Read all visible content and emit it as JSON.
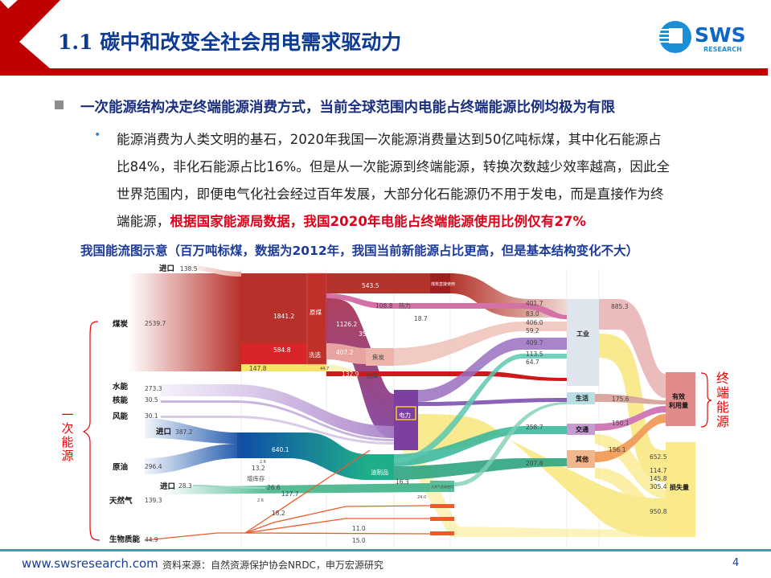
{
  "header": {
    "title": "1.1 碳中和改变全社会用电需求驱动力",
    "logo_text": "SWS",
    "logo_subtext": "RESEARCH",
    "accent_color": "#c00000",
    "title_color": "#0d3b93"
  },
  "section": {
    "heading": "一次能源结构决定终端能源消费方式，当前全球范围内电能占终端能源比例均极为有限",
    "bullet_lines": [
      "能源消费为人类文明的基石，2020年我国一次能源消费量达到50亿吨标煤，其中化石能源占",
      "比84%，非化石能源占比16%。但是从一次能源到终端能源，转换次数越少效率越高，因此全",
      "世界范围内，即便电气化社会经过百年发展，大部分化石能源仍不用于发电，而是直接作为终",
      "端能源，"
    ],
    "bullet_highlight": "根据国家能源局数据，我国2020年电能占终端能源使用比例仅有27%",
    "caption": "我国能流图示意（百万吨标煤，数据为2012年，我国当前新能源占比更高，但是基本结构变化不大）"
  },
  "diagram": {
    "left_group_label": "一次能源",
    "right_group_label": "终端能源",
    "primary_sources": [
      {
        "name": "煤炭",
        "value": "2539.7"
      },
      {
        "name": "水能",
        "value": "273.3"
      },
      {
        "name": "核能",
        "value": "30.5"
      },
      {
        "name": "风能",
        "value": "30.1"
      },
      {
        "name": "原油",
        "value": "296.4"
      },
      {
        "name": "天然气",
        "value": "139.3"
      },
      {
        "name": "生物质能",
        "value": "44.9"
      }
    ],
    "imports": {
      "label": "进口",
      "coal": "138.5",
      "oil": "387.2",
      "gas": "28.3"
    },
    "coal_flows": {
      "raw": "原煤",
      "raw_value": "1841.2",
      "washed": "洗选",
      "washed_value": "584.8",
      "to_power": "1126.2",
      "v35": "35.2",
      "to_coke": "407.2",
      "coke": "焦炭",
      "yellow": "147.8",
      "v44": "44.7",
      "wash_coal_value": "132.9",
      "wash_coal": "洗煤",
      "direct": "543.5",
      "direct_node": "煤炭直接使用",
      "heat_value": "108.8",
      "heat": "热力",
      "v18": "18.7"
    },
    "oil_flows": {
      "main": "640.1",
      "v26": "2.6",
      "v13": "13.2",
      "stock": "增库存",
      "products": "油制品",
      "v16": "16.3"
    },
    "gas_flows": {
      "v266": "26.6",
      "main": "127.7",
      "v26": "2.6",
      "v182": "18.2",
      "v24": "24.0",
      "direct_node": "天然气直接使用"
    },
    "bio_flows": {
      "v11": "11.0",
      "v15": "15.0"
    },
    "power": "电力",
    "industry_inputs": [
      "401.7",
      "83.0",
      "406.0",
      "59.2",
      "409.7",
      "113.5",
      "64.7"
    ],
    "sectors": {
      "industry": "工业",
      "residential": "生活",
      "transport": "交通",
      "other": "其他"
    },
    "sector_values": {
      "industry_out": "885.3",
      "residential_out": "175.6",
      "transport_out": "150.1",
      "other_out": "156.1",
      "transport_in": "258.7",
      "other_in": "207.8"
    },
    "final": {
      "useful_1": "有效",
      "useful_2": "利用量",
      "loss": "损失量",
      "loss_values": [
        "652.5",
        "114.7",
        "145.8",
        "305.4",
        "950.8"
      ]
    },
    "colors": {
      "coal": "#b7302a",
      "power": "#7d3fa0",
      "oil": "#1f9f8a",
      "gas": "#4dbb8f",
      "bio": "#f05a28",
      "loss": "#f8e36a",
      "useful": "#e08a8a"
    }
  },
  "footer": {
    "url": "www.swsresearch.com",
    "source": "资料来源：自然资源保护协会NRDC，申万宏源研究",
    "page": "4"
  }
}
